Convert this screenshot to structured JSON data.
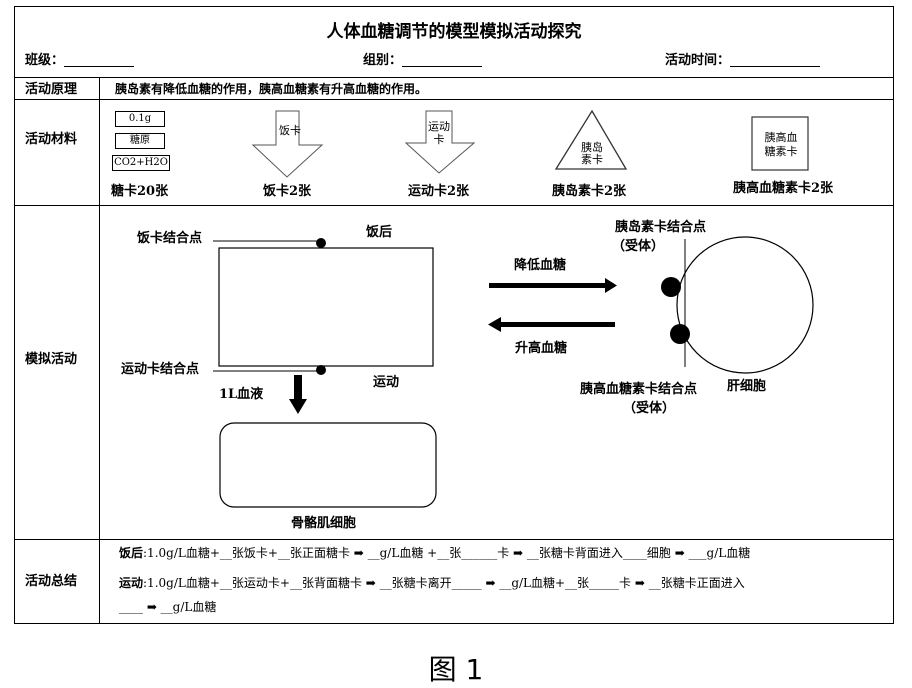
{
  "title": "人体血糖调节的模型模拟活动探究",
  "header": {
    "class_label": "班级：",
    "group_label": "组别：",
    "time_label": "活动时间："
  },
  "principle": {
    "label": "活动原理",
    "text": "胰岛素有降低血糖的作用，胰高血糖素有升高血糖的作用。"
  },
  "materials": {
    "label": "活动材料",
    "sugar_cards": [
      "0.1g",
      "糖原",
      "CO2+H2O"
    ],
    "sugar_caption": "糖卡20张",
    "meal_card_text": "饭卡",
    "meal_caption": "饭卡2张",
    "exercise_card_text": "运动卡",
    "exercise_caption": "运动卡2张",
    "insulin_card_text": "胰岛素卡",
    "insulin_caption": "胰岛素卡2张",
    "glucagon_card_text": "胰高血糖素卡",
    "glucagon_caption": "胰高血糖素卡2张"
  },
  "simulation": {
    "label": "模拟活动",
    "meal_binding": "饭卡结合点",
    "after_meal": "饭后",
    "exercise_binding": "运动卡结合点",
    "blood": "1L血液",
    "exercise": "运动",
    "muscle": "骨骼肌细胞",
    "lower": "降低血糖",
    "raise": "升高血糖",
    "insulin_binding": "胰岛素卡结合点",
    "insulin_receptor": "（受体）",
    "glucagon_binding": "胰高血糖素卡结合点",
    "glucagon_receptor": "（受体）",
    "liver": "肝细胞"
  },
  "summary": {
    "label": "活动总结",
    "meal_line_label": "饭后",
    "meal_line": ":1.0g/L血糖+__张饭卡+__张正面糖卡 ➡ __g/L血糖 +__张______卡 ➡ __张糖卡背面进入____细胞 ➡ ___g/L血糖",
    "exercise_line_label": "运动",
    "exercise_line": ":1.0g/L血糖+__张运动卡+__张背面糖卡 ➡ __张糖卡离开_____ ➡ __g/L血糖+__张_____卡 ➡ __张糖卡正面进入",
    "exercise_line2": "____ ➡ __g/L血糖"
  },
  "figure_caption": "图 1"
}
